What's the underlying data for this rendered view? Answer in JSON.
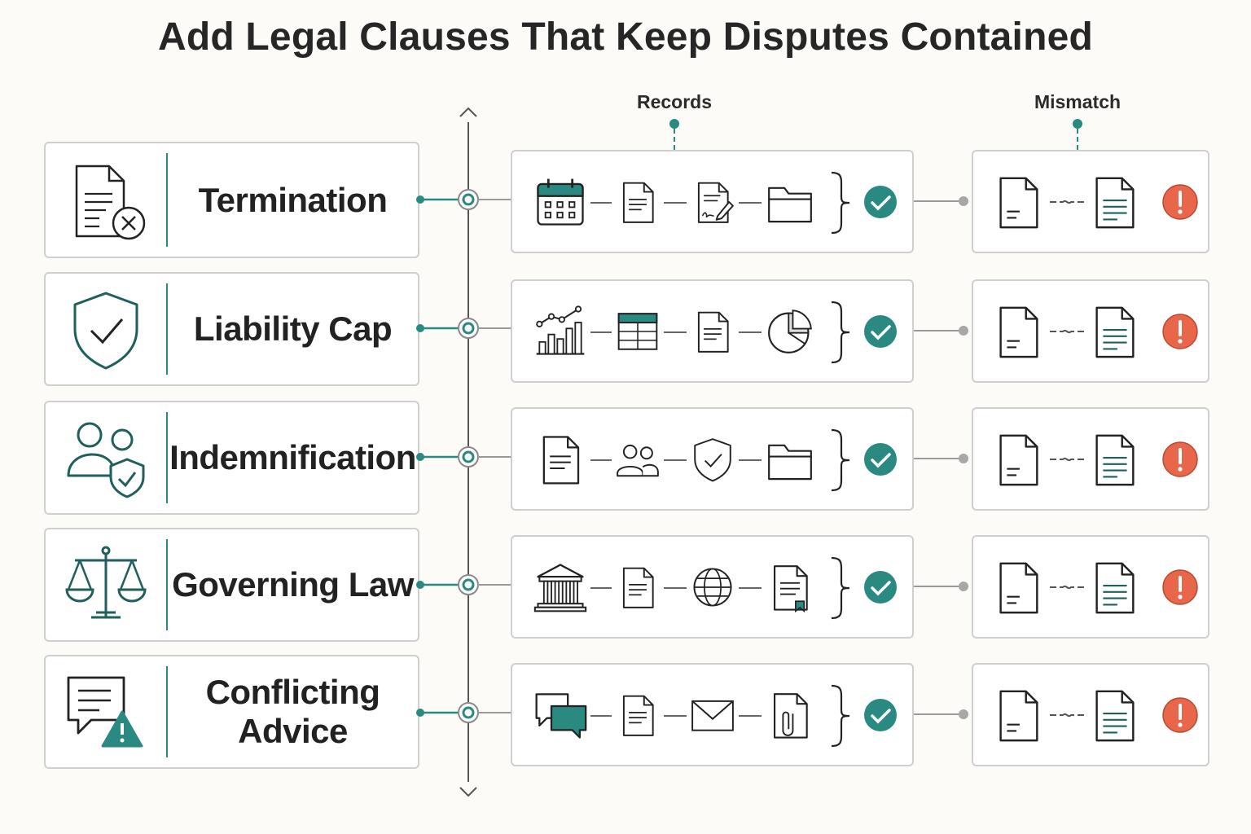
{
  "title": "Add Legal Clauses That Keep Disputes Contained",
  "columns": {
    "records": "Records",
    "mismatch": "Mismatch"
  },
  "colors": {
    "teal": "#2a8a82",
    "dark_teal": "#1f5f5c",
    "ink": "#222222",
    "alert": "#e8674a",
    "connector_gray": "#9a9a9a",
    "card_border": "#cfcfcf"
  },
  "rows": [
    {
      "clause": "Termination",
      "clause_icon": "document-x-icon",
      "record_icons": [
        "calendar-icon",
        "document-icon",
        "signed-document-icon",
        "folder-icon"
      ],
      "record_status": "check-icon",
      "mismatch_icons": [
        "document-icon",
        "document-icon"
      ],
      "mismatch_status": "alert-icon"
    },
    {
      "clause": "Liability Cap",
      "clause_icon": "shield-check-icon",
      "record_icons": [
        "bar-chart-icon",
        "spreadsheet-icon",
        "document-icon",
        "pie-chart-icon"
      ],
      "record_status": "check-icon",
      "mismatch_icons": [
        "document-icon",
        "document-icon"
      ],
      "mismatch_status": "alert-icon"
    },
    {
      "clause": "Indemnification",
      "clause_icon": "people-shield-icon",
      "record_icons": [
        "document-icon",
        "people-icon",
        "shield-check-icon",
        "folder-icon"
      ],
      "record_status": "check-icon",
      "mismatch_icons": [
        "document-icon",
        "document-icon"
      ],
      "mismatch_status": "alert-icon"
    },
    {
      "clause": "Governing Law",
      "clause_icon": "scales-icon",
      "record_icons": [
        "courthouse-icon",
        "document-icon",
        "globe-icon",
        "certificate-icon"
      ],
      "record_status": "check-icon",
      "mismatch_icons": [
        "document-icon",
        "document-icon"
      ],
      "mismatch_status": "alert-icon"
    },
    {
      "clause": "Conflicting Advice",
      "clause_icon": "chat-warning-icon",
      "record_icons": [
        "chat-bubbles-icon",
        "document-icon",
        "envelope-icon",
        "attachment-icon"
      ],
      "record_status": "check-icon",
      "mismatch_icons": [
        "document-icon",
        "document-icon"
      ],
      "mismatch_status": "alert-icon"
    }
  ]
}
